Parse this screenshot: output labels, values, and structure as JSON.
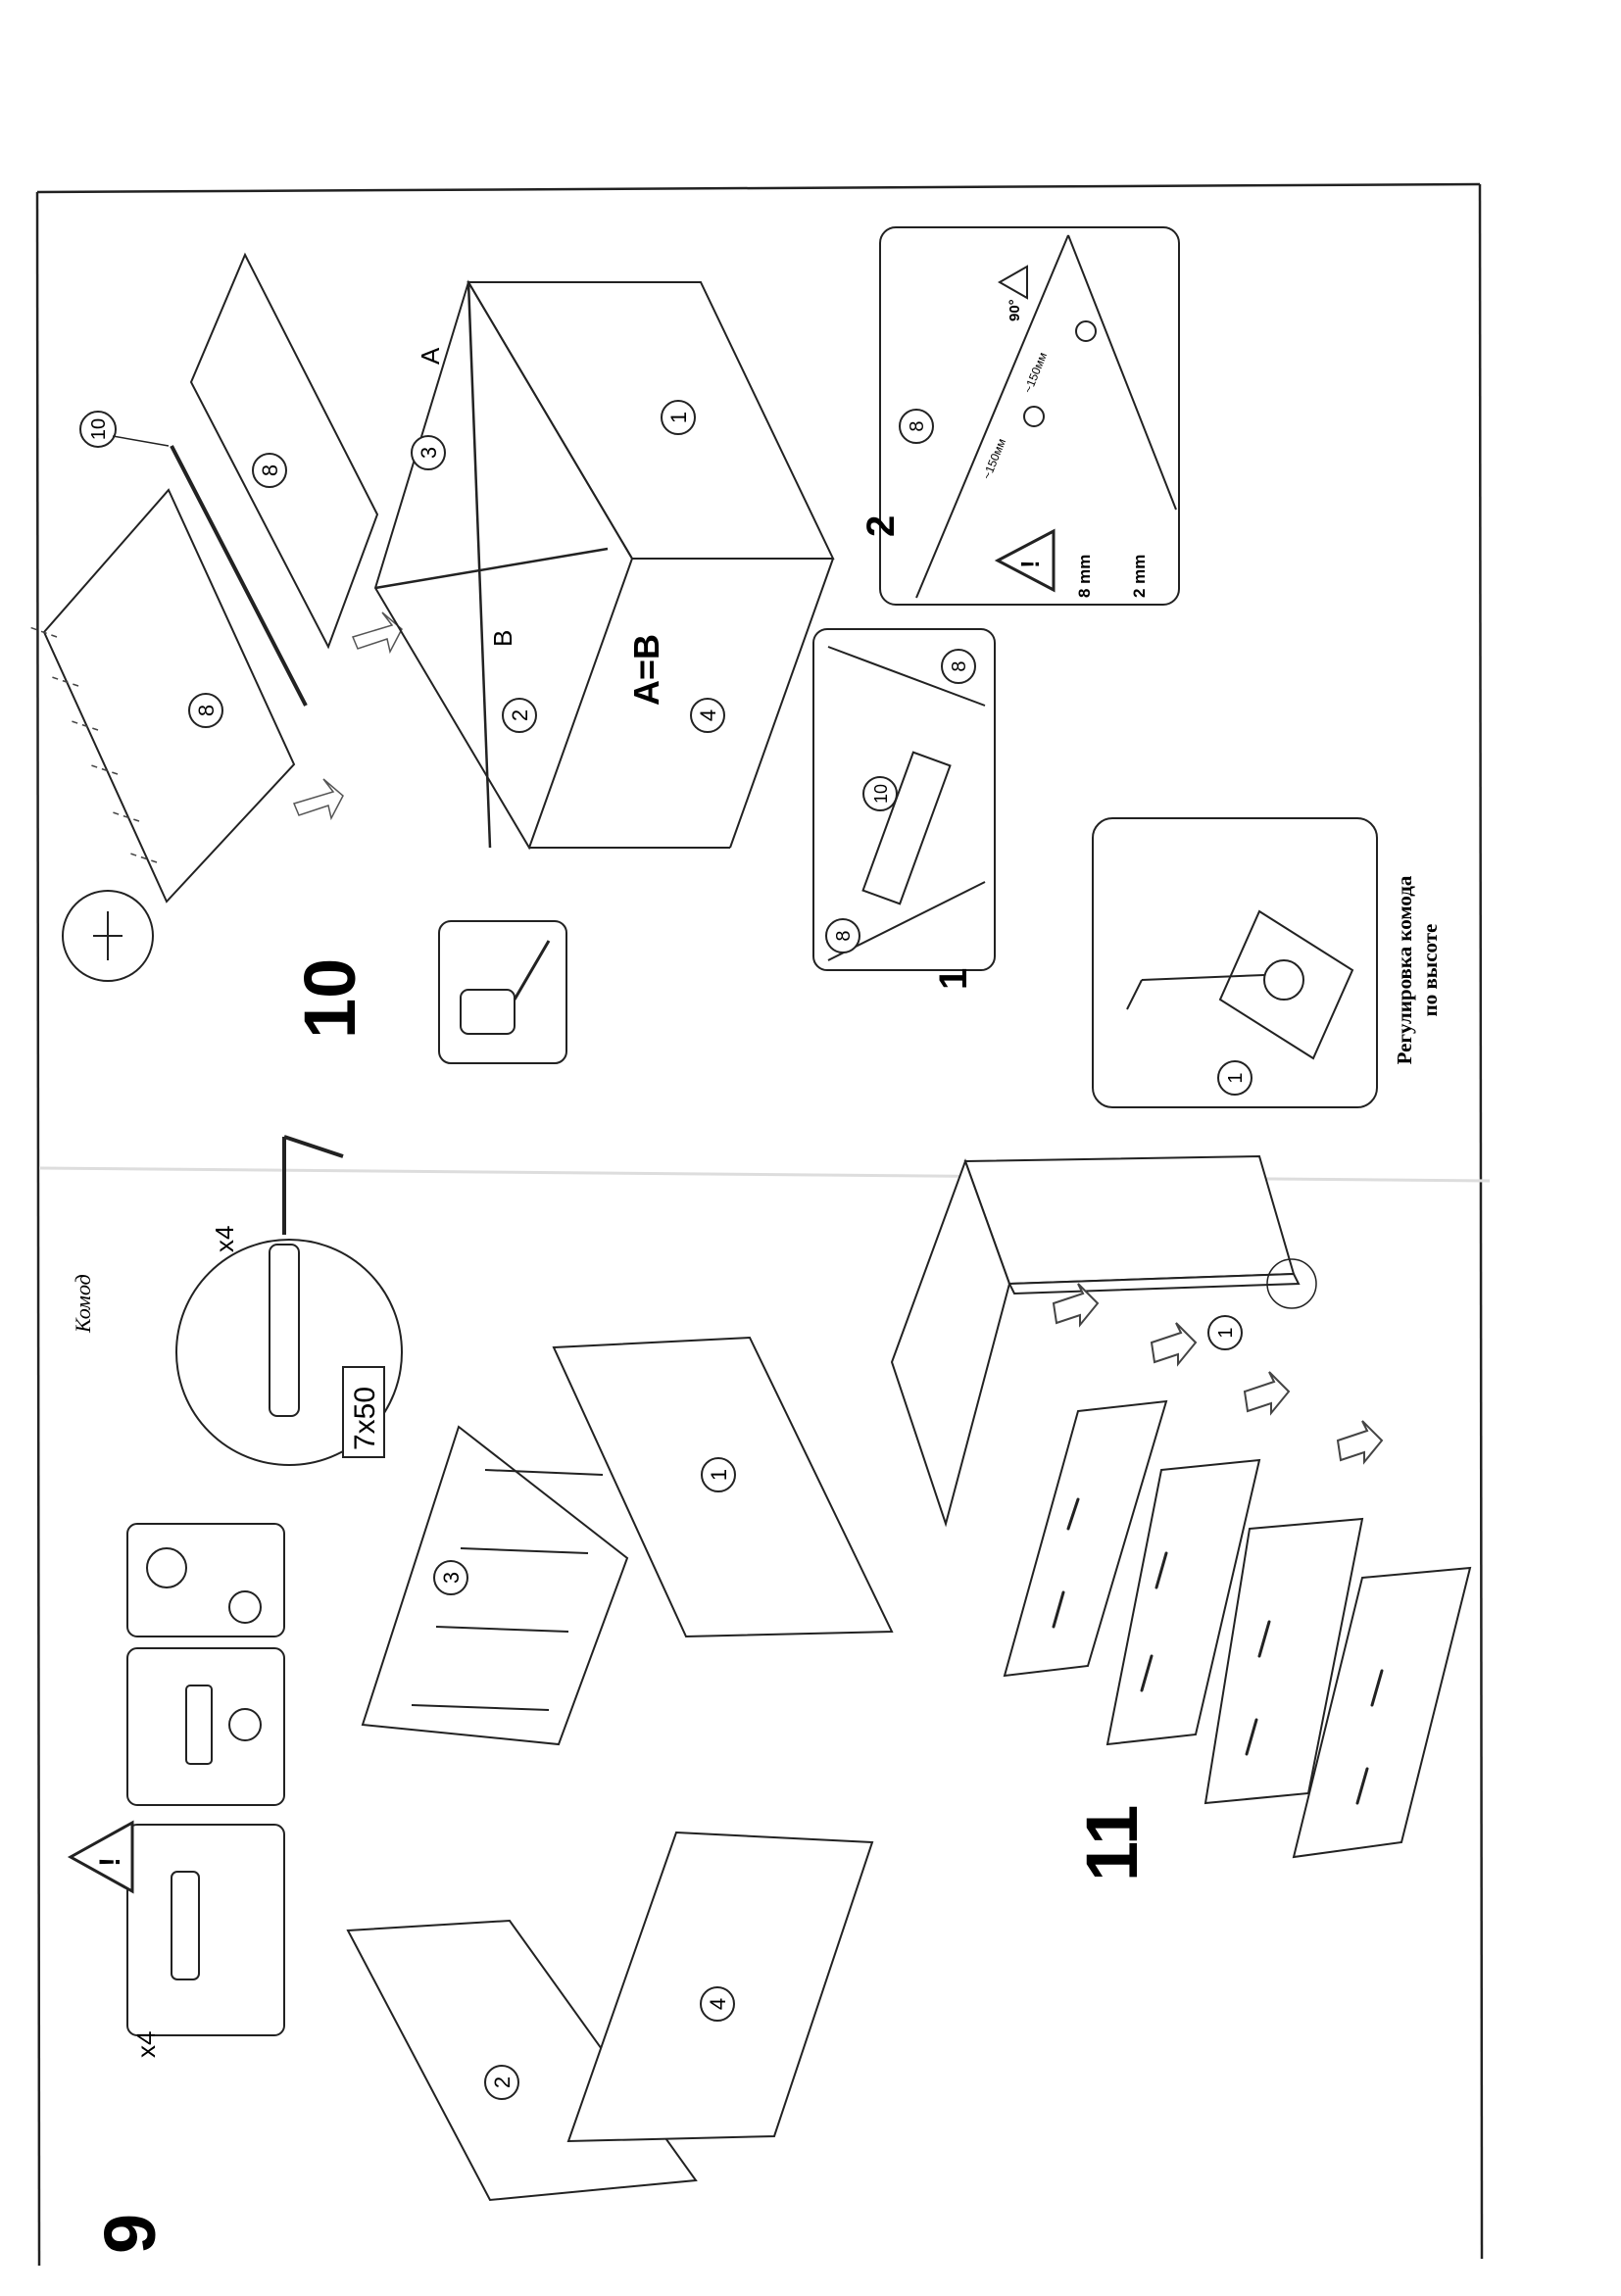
{
  "document": {
    "title": "Комод",
    "orientation_note": "rotated 90° counter-clockwise"
  },
  "steps": {
    "step9": {
      "number": "9",
      "screw_qty": "x4",
      "screw_size": "7x50",
      "dowel_qty": "x4",
      "labels": {
        "p1": "1",
        "p2": "2",
        "p3": "3",
        "p4": "4"
      }
    },
    "step10": {
      "number": "10",
      "measure_a": "A",
      "measure_b": "B",
      "equal_note": "A=B",
      "labels": {
        "p1": "1",
        "p2": "2",
        "p3": "3",
        "p4": "4",
        "p8a": "8",
        "p8b": "8",
        "p10": "10"
      },
      "detail1": {
        "number": "1",
        "labels": {
          "p8a": "8",
          "p10": "10",
          "p8b": "8"
        }
      },
      "detail2": {
        "number": "2",
        "angle": "90°",
        "spacing1": "~150мм",
        "spacing2": "~150мм",
        "dim_8": "8 mm",
        "dim_2": "2 mm",
        "label_8": "8"
      }
    },
    "step11": {
      "number": "11",
      "label_1": "1",
      "height_adjust_line1": "Регулировка комода",
      "height_adjust_line2": "по высоте",
      "detail_label": "1"
    }
  }
}
